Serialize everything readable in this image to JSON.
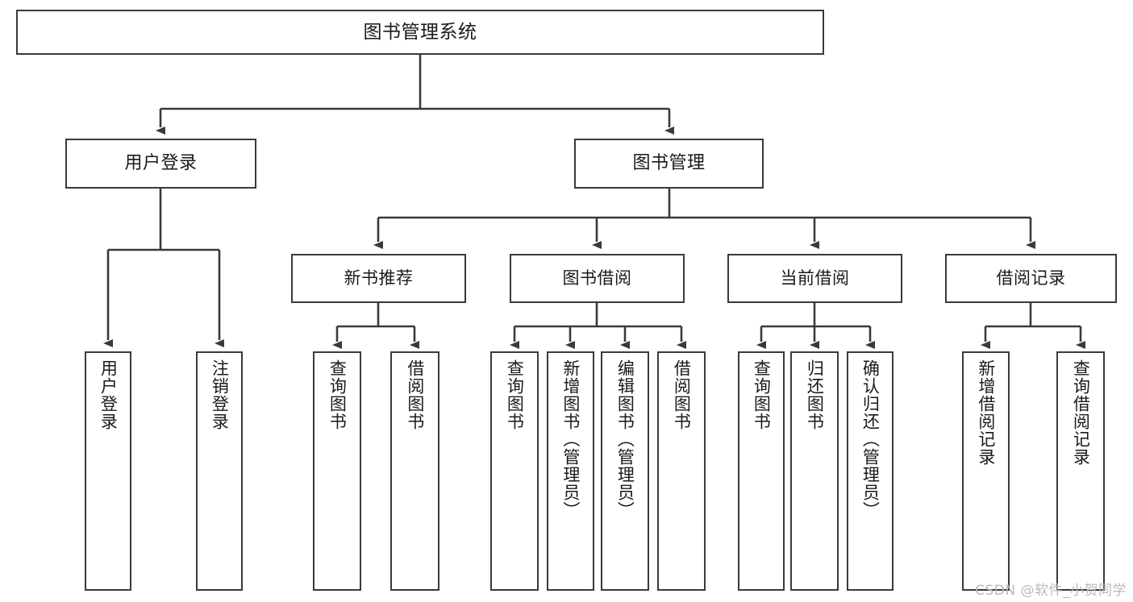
{
  "diagram": {
    "title": "图书管理系统",
    "type": "hierarchy-tree",
    "watermark": "CSDN @软件_小贺同学",
    "colors": {
      "box_border": "#3a3a3a",
      "box_fill": "#ffffff",
      "line": "#3a3a3a",
      "text": "#1a1a1a",
      "watermark": "#b9b9b9"
    },
    "nodes": {
      "root": {
        "label": "图书管理系统"
      },
      "level2": [
        {
          "label": "用户登录"
        },
        {
          "label": "图书管理"
        }
      ],
      "level3": [
        {
          "label": "新书推荐"
        },
        {
          "label": "图书借阅"
        },
        {
          "label": "当前借阅"
        },
        {
          "label": "借阅记录"
        }
      ],
      "leaves": {
        "user_login": [
          {
            "label": "用户登录"
          },
          {
            "label": "注销登录"
          }
        ],
        "new_book_recommend": [
          {
            "label": "查询图书"
          },
          {
            "label": "借阅图书"
          }
        ],
        "book_borrow": [
          {
            "label": "查询图书"
          },
          {
            "label": "新增图书（管理员）"
          },
          {
            "label": "编辑图书（管理员）"
          },
          {
            "label": "借阅图书"
          }
        ],
        "current_borrow": [
          {
            "label": "查询图书"
          },
          {
            "label": "归还图书"
          },
          {
            "label": "确认归还（管理员）"
          }
        ],
        "borrow_record": [
          {
            "label": "新增借阅记录"
          },
          {
            "label": "查询借阅记录"
          }
        ]
      }
    }
  }
}
